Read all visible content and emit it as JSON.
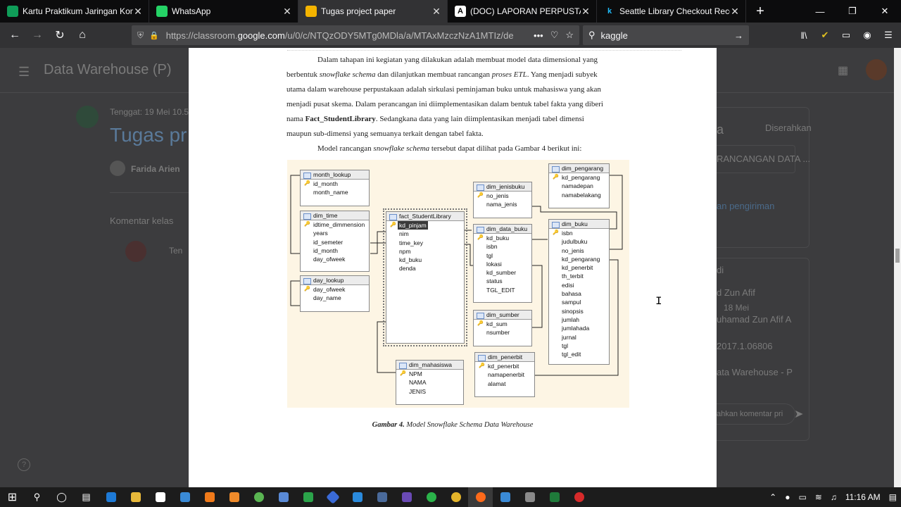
{
  "browser": {
    "tabs": [
      {
        "title": "Kartu Praktikum Jaringan Komp",
        "icon": "sheets-icon",
        "color": "#0f9d58",
        "active": false
      },
      {
        "title": "WhatsApp",
        "icon": "whatsapp-icon",
        "color": "#25d366",
        "active": false
      },
      {
        "title": "Tugas project paper",
        "icon": "classroom-icon",
        "color": "#f4b400",
        "active": true
      },
      {
        "title": "(DOC) LAPORAN PERPUSTAKA",
        "icon": "academia-icon",
        "color": "#ffffff",
        "active": false
      },
      {
        "title": "Seattle Library Checkout Recor",
        "icon": "kaggle-icon",
        "color": "#20beff",
        "active": false
      }
    ],
    "url_prefix": "https://classroom.",
    "url_domain": "google.com",
    "url_rest": "/u/0/c/NTQzODY5MTg0MDla/a/MTAxMzczNzA1MTIz/de",
    "search_value": "kaggle"
  },
  "classroom": {
    "class_title": "Data Warehouse (P)",
    "due": "Tenggat: 19 Mei 10.5",
    "assignment_title": "Tugas pr",
    "author": "Farida Arien",
    "class_comments": "Komentar kelas",
    "comment_placeholder": "Ten",
    "right_a": "a",
    "right_status": "Diserahkan",
    "right_attachment": "RANCANGAN DATA ...",
    "right_link": "an pengiriman",
    "right_di": "di",
    "right_name": "d Zun Afif",
    "right_date": "18 Mei",
    "right_name2": "uhamad Zun Afif A",
    "right_nim": "2017.1.06806",
    "right_class": "ata Warehouse - P",
    "right_comment": "ahkan komentar pri"
  },
  "document": {
    "para1_line1": "Dalam tahapan ini kegiatan yang dilakukan adalah membuat model data dimensional yang",
    "para1_line2a": "berbentuk ",
    "para1_line2b": "snowflake schema",
    "para1_line2c": " dan dilanjutkan membuat rancangan ",
    "para1_line2d": "proses ETL",
    "para1_line2e": ". Yang menjadi subyek",
    "para1_line3": "utama dalam warehouse perpustakaan adalah sirkulasi peminjaman buku untuk mahasiswa yang akan",
    "para1_line4": "menjadi pusat skema. Dalam perancangan ini diimplementasikan dalam bentuk tabel fakta yang diberi",
    "para1_line5a": "nama ",
    "para1_line5b": "Fact_StudentLibrary",
    "para1_line5c": ". Sedangkana data yang lain diimplentasikan menjadi tabel dimensi",
    "para1_line6": "maupun sub-dimensi yang semuanya terkait dengan tabel fakta.",
    "para2a": "Model rancangan ",
    "para2b": "snowflake schema",
    "para2c": " tersebut dapat dilihat pada Gambar 4 berikut ini:",
    "caption_bold": "Gambar 4.",
    "caption_rest": " Model Snowflake Schema Data Warehouse"
  },
  "diagram": {
    "month_lookup": {
      "name": "month_lookup",
      "fields": [
        "id_month",
        "month_name"
      ]
    },
    "dim_time": {
      "name": "dim_time",
      "fields": [
        "idtime_dimmension",
        "years",
        "id_semeter",
        "id_month",
        "day_ofweek"
      ]
    },
    "day_lookup": {
      "name": "day_lookup",
      "fields": [
        "day_ofweek",
        "day_name"
      ]
    },
    "fact": {
      "name": "fact_StudentLibrary",
      "fields": [
        "kd_pinjam",
        "nim",
        "time_key",
        "npm",
        "kd_buku",
        "denda"
      ]
    },
    "dim_jenisbuku": {
      "name": "dim_jenisbuku",
      "fields": [
        "no_jenis",
        "nama_jenis"
      ]
    },
    "dim_data_buku": {
      "name": "dim_data_buku",
      "fields": [
        "kd_buku",
        "isbn",
        "tgl",
        "lokasi",
        "kd_sumber",
        "status",
        "TGL_EDIT"
      ]
    },
    "dim_sumber": {
      "name": "dim_sumber",
      "fields": [
        "kd_sum",
        "nsumber"
      ]
    },
    "dim_mahasiswa": {
      "name": "dim_mahasiswa",
      "fields": [
        "NPM",
        "NAMA",
        "JENIS"
      ]
    },
    "dim_penerbit": {
      "name": "dim_penerbit",
      "fields": [
        "kd_penerbit",
        "namapenerbit",
        "alamat"
      ]
    },
    "dim_pengarang": {
      "name": "dim_pengarang",
      "fields": [
        "kd_pengarang",
        "namadepan",
        "namabelakang"
      ]
    },
    "dim_buku": {
      "name": "dim_buku",
      "fields": [
        "isbn",
        "judulbuku",
        "no_jenis",
        "kd_pengarang",
        "kd_penerbit",
        "th_terbit",
        "edisi",
        "bahasa",
        "sampul",
        "sinopsis",
        "jumlah",
        "jumlahada",
        "jurnal",
        "tgl",
        "tgl_edit"
      ]
    }
  },
  "taskbar": {
    "time": "11:16 AM"
  }
}
